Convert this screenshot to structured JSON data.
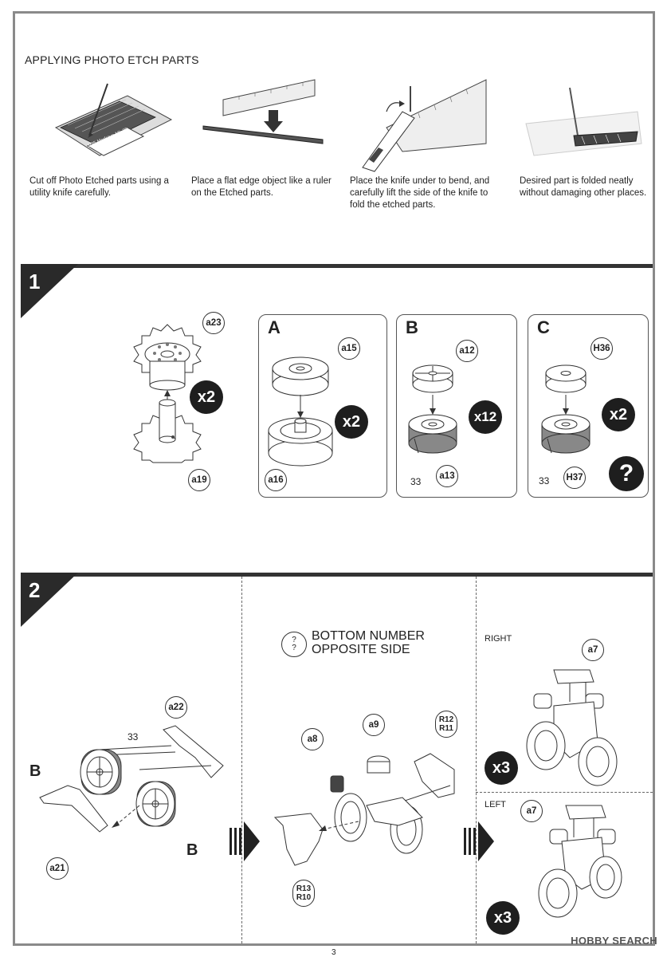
{
  "header": {
    "title": "APPLYING PHOTO ETCH PARTS"
  },
  "etch_steps": [
    {
      "caption": "Cut off Photo Etched parts using a utility knife carefully."
    },
    {
      "caption": "Place a flat edge object like a ruler on the Etched parts."
    },
    {
      "caption": "Place the knife under to bend, and carefully lift the side of the knife to fold the etched parts."
    },
    {
      "caption": "Desired part is folded neatly without damaging other places."
    }
  ],
  "etch_ruler_text": "1/35 Merkava Mk.2D",
  "step1": {
    "number": "1",
    "main": {
      "top": "a23",
      "bottom": "a19",
      "mult": "x2"
    },
    "boxes": [
      {
        "letter": "A",
        "top": "a15",
        "bottom": "a16",
        "mult": "x2"
      },
      {
        "letter": "B",
        "top": "a12",
        "bottom": "a13",
        "num": "33",
        "mult": "x12"
      },
      {
        "letter": "C",
        "top": "H36",
        "bottom": "H37",
        "num": "33",
        "mult": "x2",
        "help": "?"
      }
    ]
  },
  "step2": {
    "number": "2",
    "note": {
      "icon_top": "?",
      "icon_bottom": "?",
      "line1": "BOTTOM NUMBER",
      "line2": "OPPOSITE SIDE"
    },
    "left": {
      "a22": "a22",
      "a21": "a21",
      "num": "33",
      "b1": "B",
      "b2": "B"
    },
    "mid": {
      "a8": "a8",
      "a9": "a9",
      "r12": "R12",
      "r11": "R11",
      "r13": "R13",
      "r10": "R10"
    },
    "right": {
      "label_right": "RIGHT",
      "label_left": "LEFT",
      "a7_top": "a7",
      "a7_bottom": "a7",
      "mult_top": "x3",
      "mult_bottom": "x3"
    }
  },
  "page_number": "3",
  "watermark": "HOBBY SEARCH"
}
